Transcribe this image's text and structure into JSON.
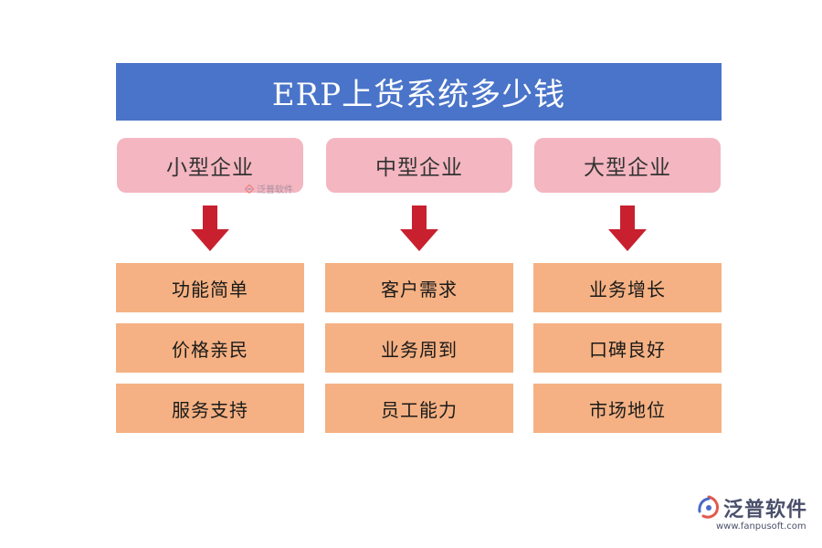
{
  "title": "ERP上货系统多少钱",
  "colors": {
    "title_bg": "#4a74c9",
    "header_bg": "#f4b6c0",
    "item_bg": "#f5b183",
    "arrow": "#c8202f"
  },
  "columns": [
    {
      "header": "小型企业",
      "items": [
        "功能简单",
        "价格亲民",
        "服务支持"
      ]
    },
    {
      "header": "中型企业",
      "items": [
        "客户需求",
        "业务周到",
        "员工能力"
      ]
    },
    {
      "header": "大型企业",
      "items": [
        "业务增长",
        "口碑良好",
        "市场地位"
      ]
    }
  ],
  "watermark": {
    "small_text": "泛普软件",
    "brand_name": "泛普软件",
    "brand_url": "www.fanpusoft.com",
    "logo_icon": "fanpu-logo-icon"
  }
}
